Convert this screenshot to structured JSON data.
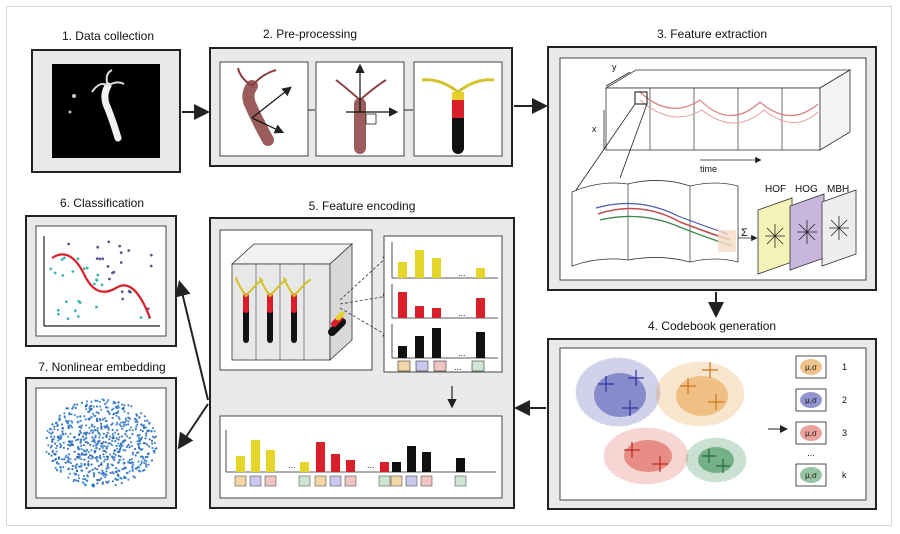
{
  "steps": {
    "s1": "1. Data collection",
    "s2": "2. Pre-processing",
    "s3": "3. Feature extraction",
    "s4": "4. Codebook generation",
    "s5": "5. Feature encoding",
    "s6": "6. Classification",
    "s7": "7. Nonlinear embedding"
  },
  "axes": {
    "y": "y",
    "x": "x",
    "time": "time"
  },
  "descriptors": {
    "hof": "HOF",
    "hog": "HOG",
    "mbh": "MBH",
    "sum": "Σ"
  },
  "codebook": {
    "labels": [
      "1",
      "2",
      "3",
      "k"
    ],
    "glyph": "μ,σ",
    "dots": "...",
    "colors": [
      "#e59a3c",
      "#4a4fb0",
      "#d9453a",
      "#2f8a4a"
    ]
  },
  "ellipsis": "..."
}
